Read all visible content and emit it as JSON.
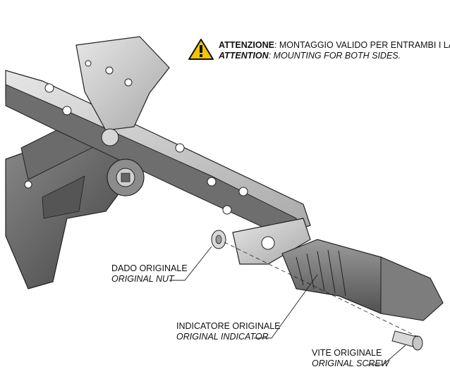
{
  "warning": {
    "icon": "warning-triangle-icon",
    "color": "#f5c400",
    "line1_bold": "ATTENZIONE",
    "line1_rest": ": MONTAGGIO VALIDO PER ENTRAMBI I LATI.",
    "line2_bold": "ATTENTION",
    "line2_rest": ": MOUNTING FOR BOTH SIDES."
  },
  "callouts": [
    {
      "id": "nut",
      "label_it": "DADO ORIGINALE",
      "label_en": "ORIGINAL NUT"
    },
    {
      "id": "indicator",
      "label_it": "INDICATORE ORIGINALE",
      "label_en": "ORIGINAL INDICATOR"
    },
    {
      "id": "screw",
      "label_it": "VITE ORIGINALE",
      "label_en": "ORIGINAL SCREW"
    }
  ]
}
